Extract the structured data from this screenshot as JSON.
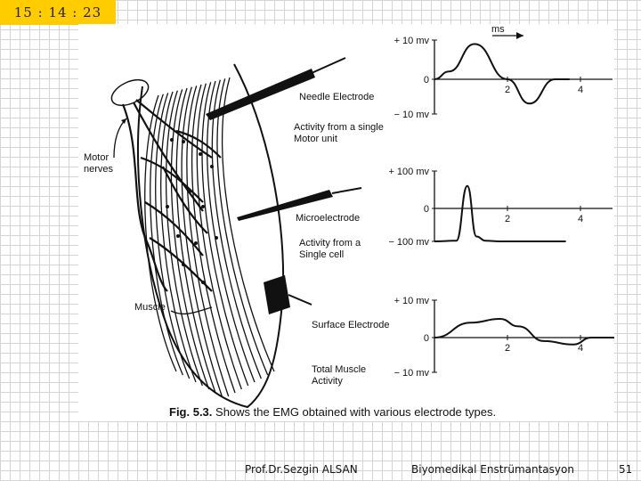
{
  "clock": "15 : 14 : 23",
  "figure": {
    "labels": {
      "needle_electrode": "Needle Electrode",
      "single_motor_unit": "Activity from a single\nMotor unit",
      "motor_nerves": "Motor\nnerves",
      "microelectrode": "Microelectrode",
      "single_cell": "Activity from a\nSingle cell",
      "muscle": "Muscle",
      "surface_electrode": "Surface Electrode",
      "total_muscle": "Total Muscle\nActivity"
    },
    "caption_prefix": "Fig. 5.3.",
    "caption_text": " Shows the EMG obtained with various electrode types.",
    "time_unit": "ms"
  },
  "chart_data": [
    {
      "type": "line",
      "title": "Activity from a single Motor unit",
      "y_ticks": [
        "+ 10 mv",
        "0",
        "− 10 mv"
      ],
      "x_ticks": [
        "2",
        "4"
      ],
      "x_unit": "ms",
      "ylim": [
        -10,
        10
      ],
      "xlim": [
        0,
        5
      ],
      "series": [
        {
          "x": [
            0,
            0.4,
            1.1,
            2.0,
            2.6,
            3.3,
            3.7
          ],
          "y": [
            0,
            2,
            9,
            0,
            -7,
            0,
            0
          ]
        }
      ]
    },
    {
      "type": "line",
      "title": "Activity from a Single cell",
      "y_ticks": [
        "+ 100 mv",
        "0",
        "− 100 mv"
      ],
      "x_ticks": [
        "2",
        "4"
      ],
      "ylim": [
        -100,
        100
      ],
      "xlim": [
        0,
        5
      ],
      "series": [
        {
          "x": [
            0,
            0.6,
            0.9,
            1.15,
            1.4,
            1.8,
            3.6
          ],
          "y": [
            -100,
            -98,
            60,
            -85,
            -98,
            -100,
            -100
          ]
        }
      ]
    },
    {
      "type": "line",
      "title": "Total Muscle Activity",
      "y_ticks": [
        "+ 10 mv",
        "0",
        "− 10 mv"
      ],
      "x_ticks": [
        "2",
        "4"
      ],
      "ylim": [
        -10,
        10
      ],
      "xlim": [
        0,
        5
      ],
      "series": [
        {
          "x": [
            0,
            1.0,
            1.8,
            2.3,
            3.0,
            3.8,
            4.3,
            5.0
          ],
          "y": [
            0,
            4,
            5,
            3,
            -1,
            -2,
            0,
            0
          ]
        }
      ]
    }
  ],
  "footer": {
    "author": "Prof.Dr.Sezgin ALSAN",
    "course": "Biyomedikal Enstrümantasyon",
    "page": "51"
  }
}
